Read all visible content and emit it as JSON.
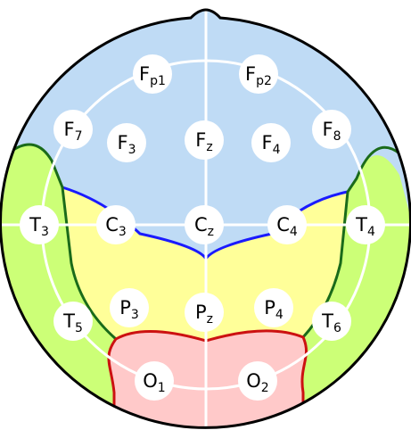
{
  "colors": {
    "frontal_region": "#bfdbf5",
    "central_region": "#ffff99",
    "temporal_region": "#ccff77",
    "occipital_region": "#ffc9c9",
    "frontal_boundary": "#1a1aff",
    "temporal_boundary": "#1a6b1a",
    "occipital_boundary": "#cc1111",
    "outline": "#000000",
    "grid_lines": "#ffffff",
    "electrode_fill": "#ffffff",
    "label_text": "#000000"
  },
  "electrodes": [
    {
      "id": "fp1",
      "base": "F",
      "sub": "p1"
    },
    {
      "id": "fp2",
      "base": "F",
      "sub": "p2"
    },
    {
      "id": "f7",
      "base": "F",
      "sub": "7"
    },
    {
      "id": "f3",
      "base": "F",
      "sub": "3"
    },
    {
      "id": "fz",
      "base": "F",
      "sub": "z"
    },
    {
      "id": "f4",
      "base": "F",
      "sub": "4"
    },
    {
      "id": "f8",
      "base": "F",
      "sub": "8"
    },
    {
      "id": "t3",
      "base": "T",
      "sub": "3"
    },
    {
      "id": "c3",
      "base": "C",
      "sub": "3"
    },
    {
      "id": "cz",
      "base": "C",
      "sub": "z"
    },
    {
      "id": "c4",
      "base": "C",
      "sub": "4"
    },
    {
      "id": "t4",
      "base": "T",
      "sub": "4"
    },
    {
      "id": "t5",
      "base": "T",
      "sub": "5"
    },
    {
      "id": "p3",
      "base": "P",
      "sub": "3"
    },
    {
      "id": "pz",
      "base": "P",
      "sub": "z"
    },
    {
      "id": "p4",
      "base": "P",
      "sub": "4"
    },
    {
      "id": "t6",
      "base": "T",
      "sub": "6"
    },
    {
      "id": "o1",
      "base": "O",
      "sub": "1"
    },
    {
      "id": "o2",
      "base": "O",
      "sub": "2"
    }
  ]
}
